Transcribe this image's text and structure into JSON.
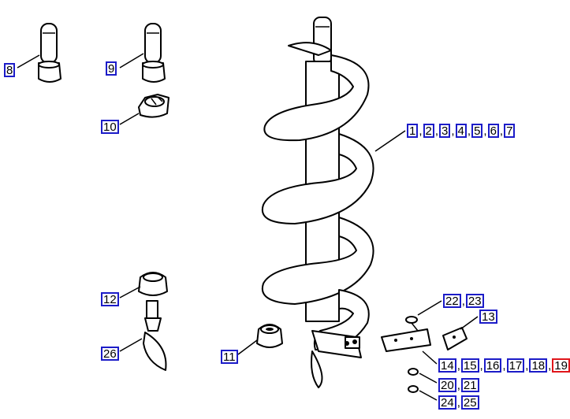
{
  "callouts": [
    {
      "id": "c8",
      "labels": [
        {
          "text": "8"
        }
      ]
    },
    {
      "id": "c9",
      "labels": [
        {
          "text": "9"
        }
      ]
    },
    {
      "id": "c10",
      "labels": [
        {
          "text": "10"
        }
      ]
    },
    {
      "id": "c1",
      "labels": [
        {
          "text": "1"
        },
        {
          "text": "2"
        },
        {
          "text": "3"
        },
        {
          "text": "4"
        },
        {
          "text": "5"
        },
        {
          "text": "6"
        },
        {
          "text": "7"
        }
      ]
    },
    {
      "id": "c12",
      "labels": [
        {
          "text": "12"
        }
      ]
    },
    {
      "id": "c26",
      "labels": [
        {
          "text": "26"
        }
      ]
    },
    {
      "id": "c11",
      "labels": [
        {
          "text": "11"
        }
      ]
    },
    {
      "id": "c22",
      "labels": [
        {
          "text": "22"
        },
        {
          "text": "23"
        }
      ]
    },
    {
      "id": "c13",
      "labels": [
        {
          "text": "13"
        }
      ]
    },
    {
      "id": "c14",
      "labels": [
        {
          "text": "14"
        },
        {
          "text": "15"
        },
        {
          "text": "16"
        },
        {
          "text": "17"
        },
        {
          "text": "18"
        },
        {
          "text": "19",
          "selected": true
        }
      ]
    },
    {
      "id": "c20",
      "labels": [
        {
          "text": "20"
        },
        {
          "text": "21"
        }
      ]
    },
    {
      "id": "c24",
      "labels": [
        {
          "text": "24"
        },
        {
          "text": "25"
        }
      ]
    }
  ],
  "colors": {
    "label_border": "#1c1cc8",
    "selected_border": "#e0161b"
  }
}
